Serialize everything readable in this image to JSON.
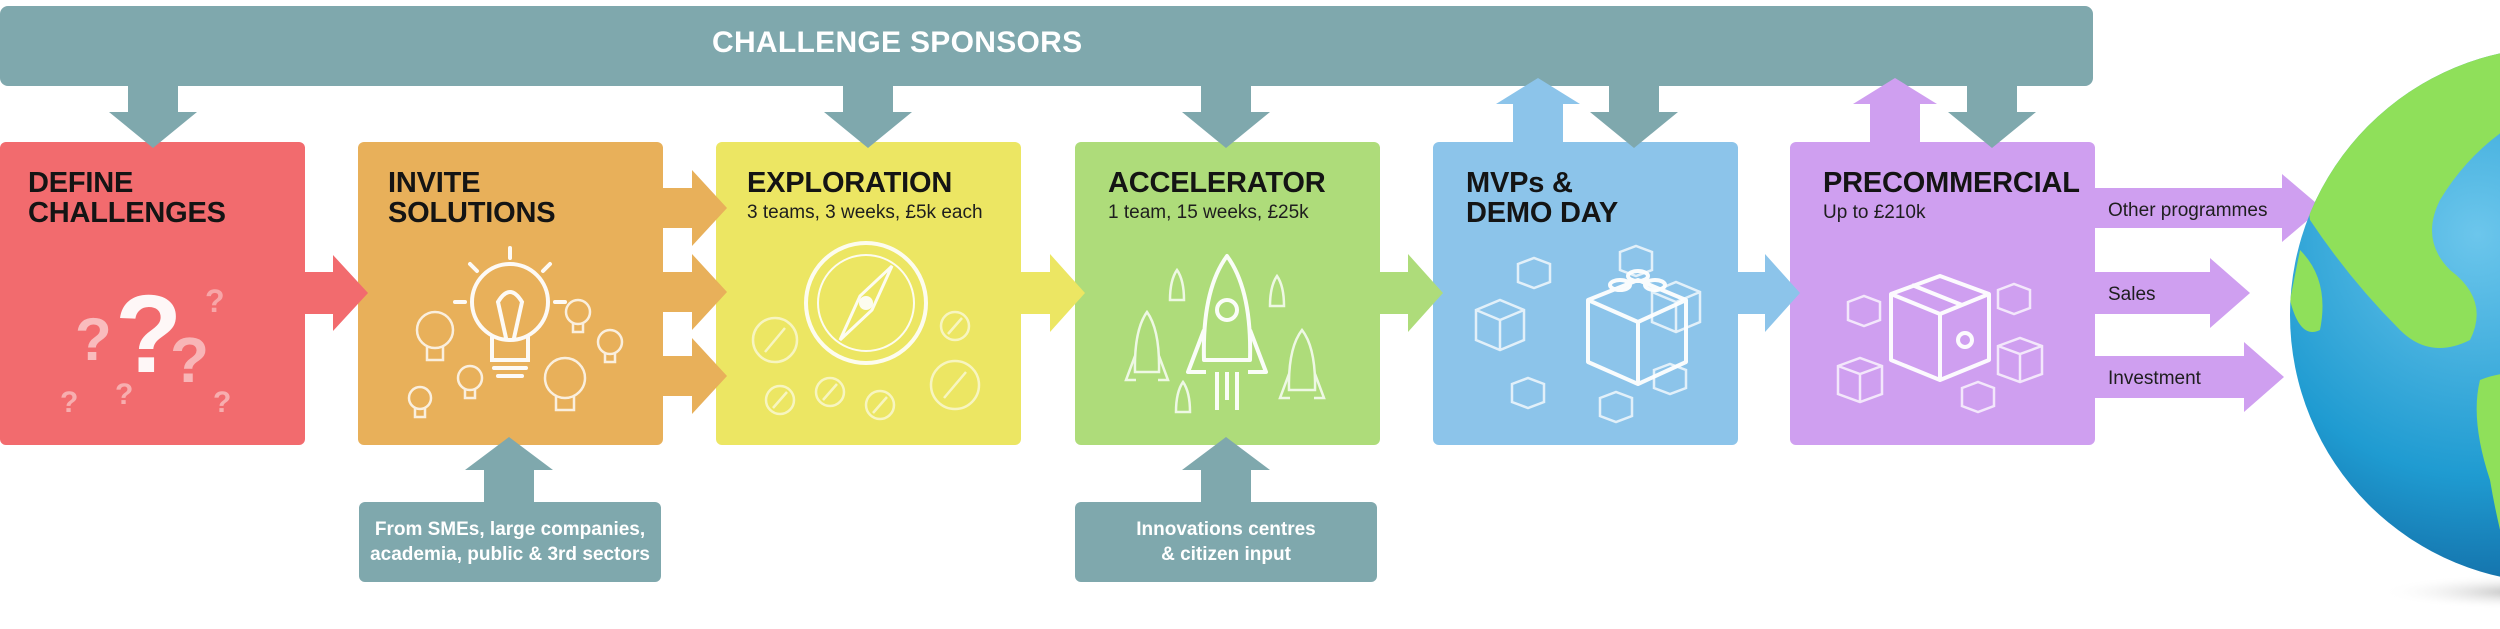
{
  "sponsors": {
    "title": "CHALLENGE SPONSORS"
  },
  "stages": [
    {
      "title": "DEFINE\nCHALLENGES",
      "subtitle": "",
      "color": "#f26b6e"
    },
    {
      "title": "INVITE\nSOLUTIONS",
      "subtitle": "",
      "color": "#e8b05a"
    },
    {
      "title": "EXPLORATION",
      "subtitle": "3 teams, 3 weeks, £5k each",
      "color": "#ece663"
    },
    {
      "title": "ACCELERATOR",
      "subtitle": "1 team, 15 weeks, £25k",
      "color": "#aedc7a"
    },
    {
      "title": "MVPs &\nDEMO DAY",
      "subtitle": "",
      "color": "#8cc4ea"
    },
    {
      "title": "PRECOMMERCIAL",
      "subtitle": "Up to £210k",
      "color": "#cf9ff0"
    }
  ],
  "notes": {
    "solutions_source": "From SMEs, large companies,\nacademia, public & 3rd sectors",
    "accelerator_input": "Innovations centres\n& citizen input"
  },
  "outcomes": [
    "Other programmes",
    "Sales",
    "Investment"
  ],
  "icons": {
    "define": "question-marks-icon",
    "invite": "lightbulbs-icon",
    "exploration": "compass-icon",
    "accelerator": "rocket-icon",
    "mvp": "building-blocks-icon",
    "precommercial": "boxes-icon",
    "globe": "globe-icon"
  },
  "colors": {
    "connector": "#7fa8ad",
    "globe_land": "#8fe05a",
    "globe_sea": "#1f9bd1"
  }
}
